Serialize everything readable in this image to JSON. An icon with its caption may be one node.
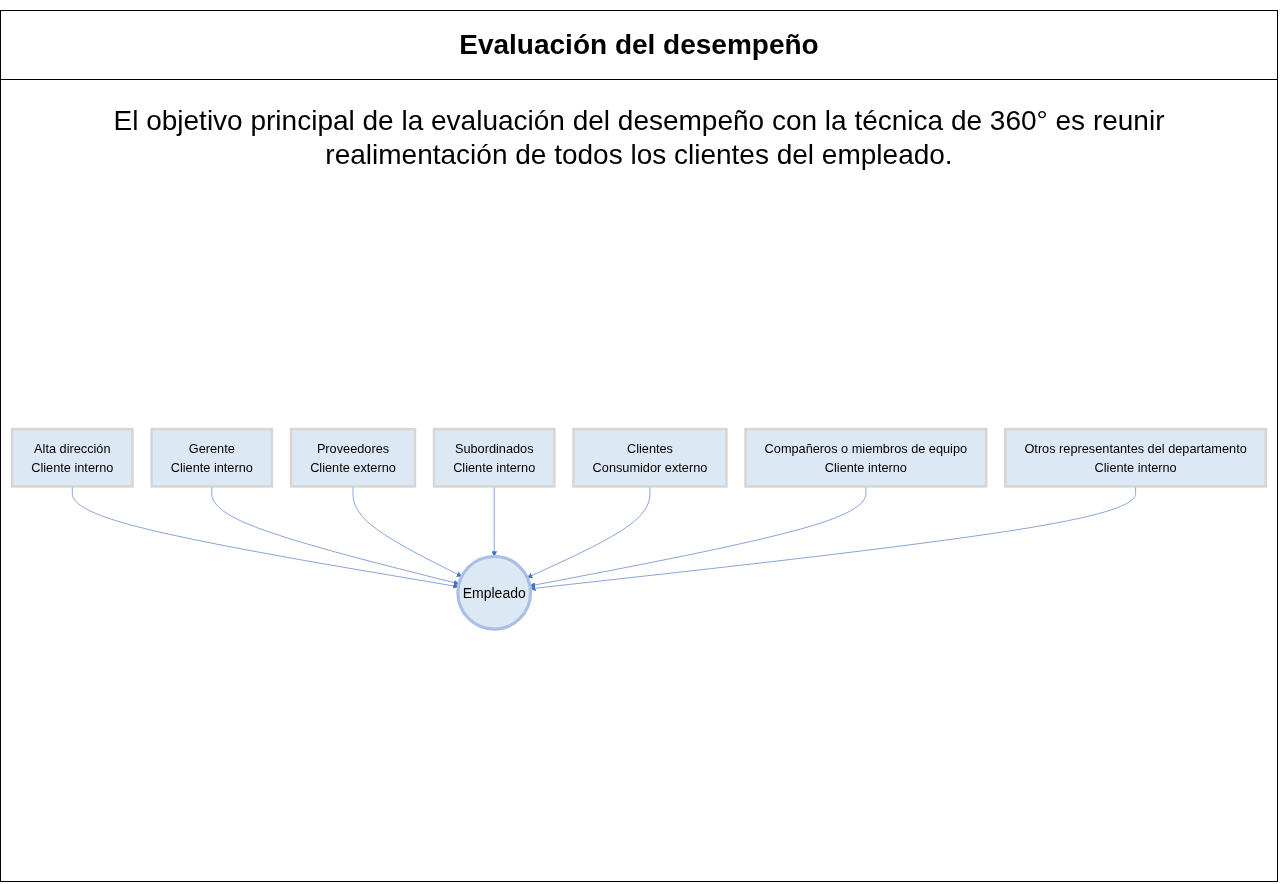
{
  "diagram": {
    "title": "Evaluación del desempeño",
    "nodes": [
      {
        "text": [
          "Alta dirección",
          "Cliente interno"
        ]
      },
      {
        "text": [
          "Gerente",
          "Cliente interno"
        ]
      },
      {
        "text": [
          "Proveedores",
          "Cliente externo"
        ]
      },
      {
        "text": [
          "Subordinados",
          "Cliente interno"
        ]
      },
      {
        "text": [
          "Clientes",
          "Consumidor externo"
        ]
      },
      {
        "text": [
          "Empleado"
        ]
      },
      {
        "text": [
          "Compañeros o miembros de equipo",
          "Cliente interno"
        ]
      },
      {
        "text": [
          "Otros representantes del departamento",
          "Cliente interno"
        ]
      }
    ],
    "edges": [
      {
        "from": 0,
        "to": 5,
        "arrow": "to"
      },
      {
        "from": 1,
        "to": 5,
        "arrow": "to"
      },
      {
        "from": 2,
        "to": 5,
        "arrow": "to"
      },
      {
        "from": 3,
        "to": 5,
        "arrow": "to"
      },
      {
        "from": 4,
        "to": 5,
        "arrow": "to"
      },
      {
        "from": 6,
        "to": 5,
        "arrow": "to"
      },
      {
        "from": 7,
        "to": 5,
        "arrow": "to"
      }
    ],
    "labels": [
      "El objetivo principal de la evaluación del desempeño con la técnica de 360° es reunir realimentación de todos los clientes del empleado."
    ]
  }
}
